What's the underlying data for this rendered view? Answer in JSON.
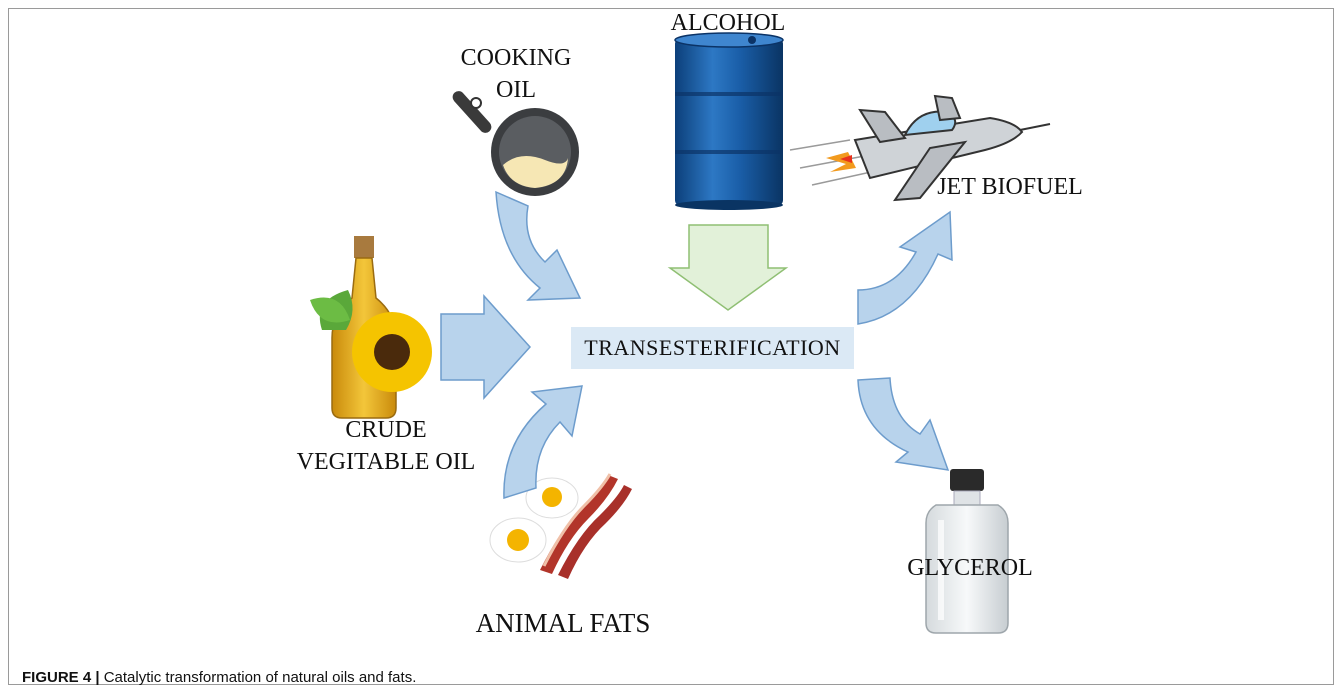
{
  "figure": {
    "caption_label": "FIGURE 4 |",
    "caption_text": " Catalytic transformation of natural oils and fats."
  },
  "process": {
    "center_label": "TRANSESTERIFICATION"
  },
  "inputs": {
    "cooking_oil": [
      "COOKING",
      "OIL"
    ],
    "alcohol": "ALCOHOL",
    "crude_vegetable_oil": [
      "CRUDE",
      "VEGITABLE OIL"
    ],
    "animal_fats": "ANIMAL FATS"
  },
  "outputs": {
    "jet_biofuel": "JET BIOFUEL",
    "glycerol": "GLYCEROL"
  },
  "icons": [
    "frying-pan-icon",
    "barrel-icon",
    "jet-icon",
    "oil-bottle-icon",
    "eggs-bacon-icon",
    "glass-bottle-icon"
  ],
  "colors": {
    "arrow_blue": "#b8d3ec",
    "arrow_blue_stroke": "#6d9ccc",
    "arrow_green": "#e2f1d9",
    "arrow_green_stroke": "#8fbf73",
    "center_box": "#dbe9f5"
  }
}
